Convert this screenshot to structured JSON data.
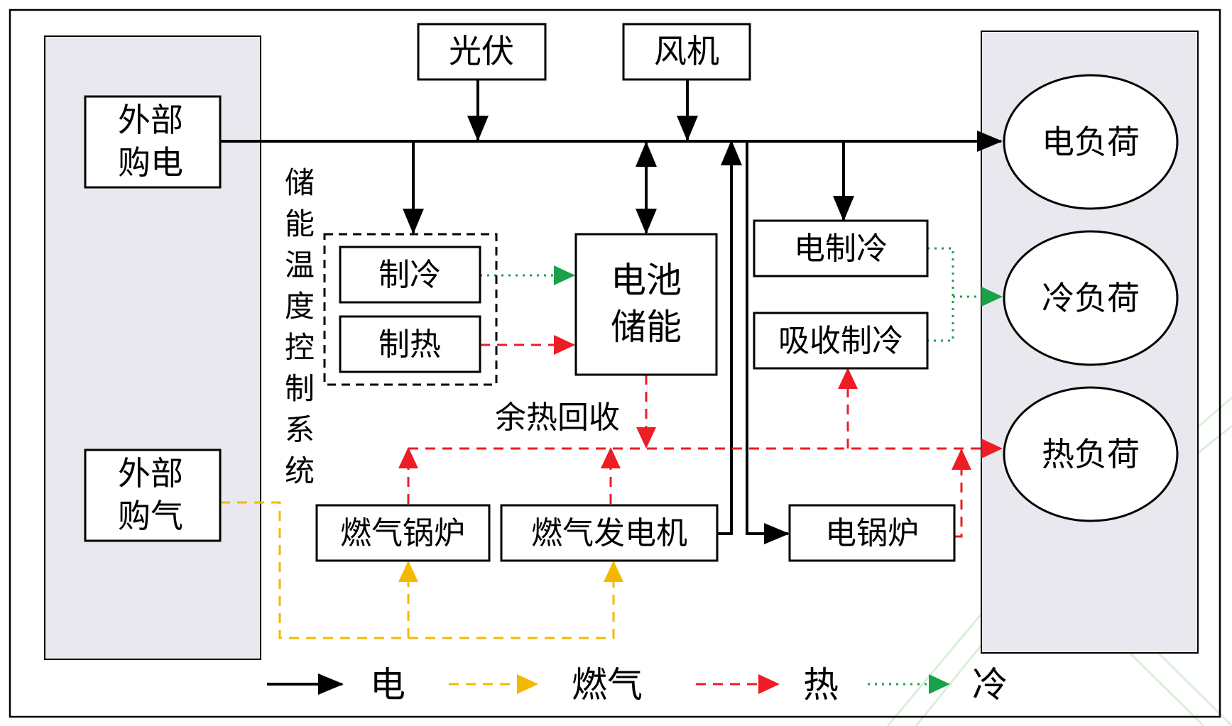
{
  "sources": {
    "external_power": [
      "外部",
      "购电"
    ],
    "external_gas": [
      "外部",
      "购气"
    ]
  },
  "generation": {
    "pv": "光伏",
    "wind": "风机"
  },
  "storage_temp_control": {
    "title_chars": [
      "储",
      "能",
      "温",
      "度",
      "控",
      "制",
      "系",
      "统"
    ],
    "cooling": "制冷",
    "heating": "制热"
  },
  "battery": [
    "电池",
    "储能"
  ],
  "heat_recovery": "余热回收",
  "devices": {
    "electric_cooling": "电制冷",
    "absorption_cooling": "吸收制冷",
    "gas_boiler": "燃气锅炉",
    "gas_generator": "燃气发电机",
    "electric_boiler": "电锅炉"
  },
  "loads": {
    "electric": "电负荷",
    "cooling": "冷负荷",
    "heat": "热负荷"
  },
  "legend": {
    "electricity": "电",
    "gas": "燃气",
    "heat": "热",
    "cold": "冷"
  },
  "colors": {
    "electricity": "#000000",
    "gas": "#f5b800",
    "heat": "#ee1c24",
    "cold": "#1aa24a",
    "panel": "#e8e8ee"
  }
}
